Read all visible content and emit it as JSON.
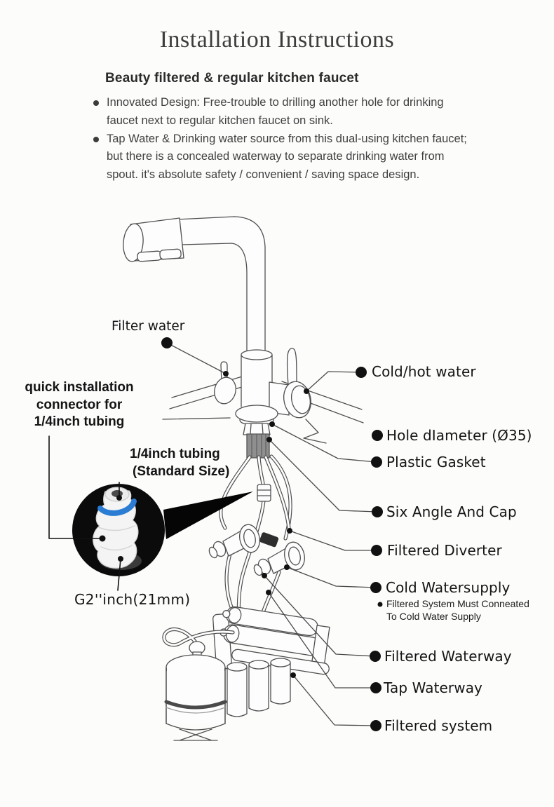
{
  "header": {
    "title": "Installation Instructions",
    "subheading": "Beauty filtered & regular kitchen faucet",
    "bullets": [
      "Innovated Design: Free-trouble to drilling another hole for drinking faucet next to regular kitchen faucet on sink.",
      "Tap Water & Drinking water source from this dual-using kitchen faucet; but there is a concealed waterway to separate drinking water from spout. it's absolute safety / convenient / saving space design."
    ]
  },
  "diagram": {
    "labels": {
      "filter_water": "Filter water",
      "cold_hot_water": "Cold/hot water",
      "quick_connector": [
        "quick installation",
        "connector for",
        "1/4inch tubing"
      ],
      "tubing_size": [
        "1/4inch tubing",
        "(Standard Size)"
      ],
      "g2_thread": "G2''inch(21mm)",
      "hole_diameter": "Hole dIameter (Ø35)",
      "plastic_gasket": "Plastic Gasket",
      "six_angle_cap": "Six Angle And Cap",
      "filtered_diverter": "Filtered Diverter",
      "cold_watersupply": "Cold Watersupply",
      "supply_note": [
        "Filtered System Must Conneated",
        "To Cold Water Supply"
      ],
      "filtered_waterway": "Filtered Waterway",
      "tap_waterway": "Tap Waterway",
      "filtered_system": "Filtered system"
    },
    "colors": {
      "connector_blue": "#2b7cd3",
      "ink": "#111111",
      "line": "#4f4f4f"
    }
  }
}
